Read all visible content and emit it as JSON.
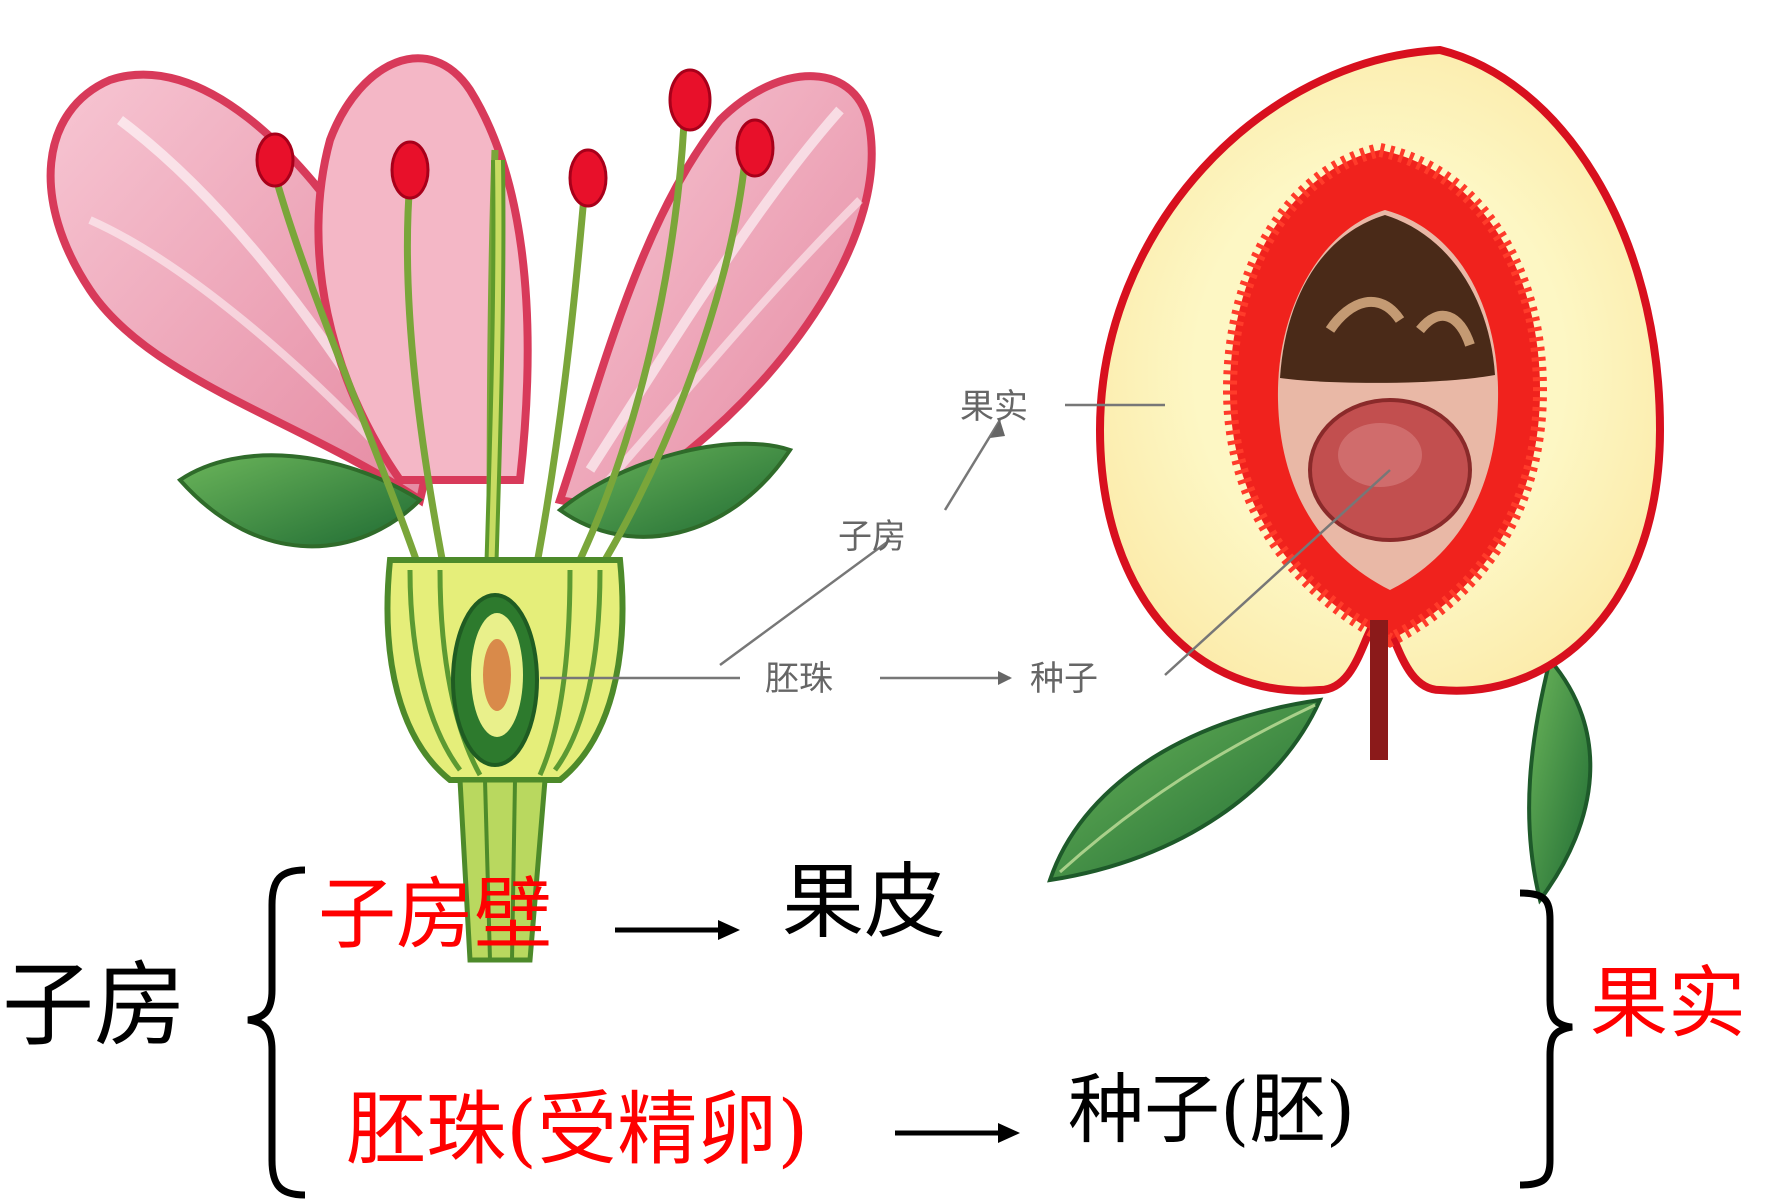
{
  "illustration_labels": {
    "fruit": "果实",
    "ovary": "子房",
    "ovule": "胚珠",
    "seed": "种子"
  },
  "scheme": {
    "ovary": "子房",
    "ovary_wall": "子房壁",
    "pericarp": "果皮",
    "ovule": "胚珠(受精卵)",
    "seed": "种子(胚)",
    "fruit": "果实"
  },
  "colors": {
    "highlight": "#ff0000",
    "text": "#000000"
  }
}
